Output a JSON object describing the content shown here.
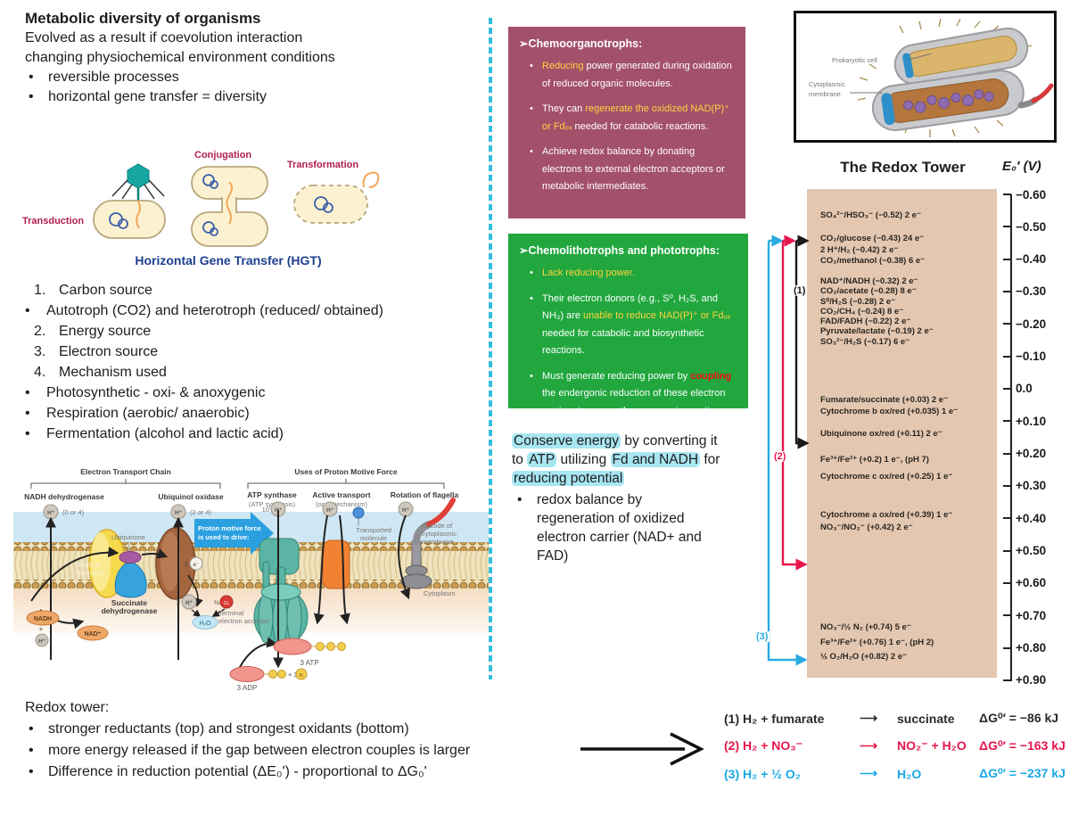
{
  "glyphs": {
    "bullet": "•",
    "long_arrow": "⟶"
  },
  "colors": {
    "divider_cyan": "#33bedf",
    "maroon_box": "#a3506b",
    "green_box": "#21a73e",
    "tower_bg": "#e3c7b1",
    "highlight_cyan": "#a8e6f2",
    "yellow_text": "#ffd23f",
    "red_text": "#f30e0e",
    "eq_red": "#e5174c",
    "eq_cyan": "#1ba9e5",
    "hgt_label": "#b01e4e",
    "hgt_caption": "#1e3f8f"
  },
  "notes_top": {
    "title": "Metabolic diversity of organisms",
    "lines": [
      "Evolved as a result if coevolution interaction",
      "changing physiochemical environment conditions"
    ],
    "bullets": [
      "reversible processes",
      "horizontal gene transfer = diversity"
    ]
  },
  "hgt": {
    "transduction": "Transduction",
    "conjugation": "Conjugation",
    "transformation": "Transformation",
    "caption": "Horizontal Gene Transfer (HGT)"
  },
  "numbered_list": [
    {
      "m": "1.",
      "t": "Carbon source",
      "type": "num"
    },
    {
      "m": "•",
      "t": "Autotroph (CO2) and heterotroph (reduced/ obtained)",
      "type": "bul"
    },
    {
      "m": "2.",
      "t": "Energy source",
      "type": "num"
    },
    {
      "m": "3.",
      "t": "Electron source",
      "type": "num"
    },
    {
      "m": "4.",
      "t": "Mechanism used",
      "type": "num"
    },
    {
      "m": "•",
      "t": "Photosynthetic - oxi- & anoxygenic",
      "type": "bul"
    },
    {
      "m": "•",
      "t": "Respiration (aerobic/ anaerobic)",
      "type": "bul"
    },
    {
      "m": "•",
      "t": "Fermentation (alcohol and lactic acid)",
      "type": "bul"
    }
  ],
  "etc": {
    "bracket_left": "Electron Transport Chain",
    "bracket_right": "Uses of Proton Motive Force",
    "nadh_dehydrogenase": "NADH dehydrogenase",
    "ubiquinol_oxidase": "Ubiquinol oxidase",
    "atp_synthase": "ATP synthase",
    "atp_synthesis": "(ATP synthesis)",
    "active_transport": "Active transport",
    "one_mechanism": "(one mechanism)",
    "rotation_flagella": "Rotation of flagella",
    "hplus": "H⁺",
    "count1": "(0 or 4)",
    "count2": "(2 or 4)",
    "ten": "10",
    "ubiquinone": "Ubiquinone",
    "path1": "Path of",
    "path2": "electrons",
    "succinate1": "Succinate",
    "succinate2": "dehydrogenase",
    "pmf1": "Proton motive force",
    "pmf2": "is used to drive:",
    "nadh": "NADH",
    "plus": "+",
    "nad": "NAD⁺",
    "two": "2",
    "e_minus": "e⁻",
    "half": "½",
    "o2": "O₂",
    "terminal1": "Terminal",
    "terminal2": "electron acceptor",
    "h2o": "H₂O",
    "transported1": "Transported",
    "transported2": "molecule",
    "outside1": "Outside of",
    "outside2": "cytoplasmic",
    "outside3": "membrane",
    "cytoplasm": "Cytoplasm",
    "atp3": "3 ATP",
    "adp3": "3 ADP",
    "plus3": "+ 3",
    "pi": "Pᵢ"
  },
  "rnotes": {
    "title": "Redox tower:",
    "bullets": [
      "stronger reductants (top) and strongest oxidants (bottom)",
      "more energy released if the gap between electron couples is larger",
      "Difference in reduction potential (ΔE₀') - proportional to ΔG₀'"
    ]
  },
  "maroon_box": {
    "title": "➢Chemoorganotrophs:",
    "bullets": [
      [
        {
          "t": "Reducing",
          "c": "y"
        },
        {
          "t": " power generated during oxidation of reduced organic molecules."
        }
      ],
      [
        {
          "t": "They can "
        },
        {
          "t": "regenerate the oxidized NAD(P)⁺ or Fdₒₓ",
          "c": "y"
        },
        {
          "t": " needed for catabolic reactions."
        }
      ],
      [
        {
          "t": "Achieve redox balance by donating electrons to external electron acceptors or metabolic intermediates."
        }
      ]
    ]
  },
  "green_box": {
    "title": "➢Chemolithotrophs and phototrophs:",
    "bullets": [
      [
        {
          "t": "Lack reducing power.",
          "c": "y"
        }
      ],
      [
        {
          "t": "Their electron donors (e.g., S⁰, H₂S, and NH₃) are "
        },
        {
          "t": "unable to reduce NAD(P)⁺ or Fdₒₓ",
          "c": "y"
        },
        {
          "t": " needed for catabolic and biosynthetic reactions."
        }
      ],
      [
        {
          "t": "Must generate reducing power by "
        },
        {
          "t": "coupling",
          "c": "r"
        },
        {
          "t": " the endergonic reduction of these electron carriers to some other exergonic reaction."
        }
      ]
    ]
  },
  "conserve": {
    "rich": [
      {
        "t": "Conserve energy",
        "c": "hl"
      },
      {
        "t": " by converting it to "
      },
      {
        "t": "ATP",
        "c": "hl"
      },
      {
        "t": " utilizing "
      },
      {
        "t": "Fd and NADH",
        "c": "hl"
      },
      {
        "t": " for "
      },
      {
        "t": "reducing potential",
        "c": "hl"
      }
    ],
    "bullet": "redox balance by regeneration of oxidized electron carrier (NAD+ and FAD)"
  },
  "cellfig": {
    "label1": "Prokaryotic cell",
    "label2a": "Cytoplasmic",
    "label2b": "membrane"
  },
  "tower": {
    "title": "The Redox Tower",
    "axis": "E₀′ (V)",
    "scale": [
      "−0.60",
      "−0.50",
      "−0.40",
      "−0.30",
      "−0.20",
      "−0.10",
      "0.0",
      "+0.10",
      "+0.20",
      "+0.30",
      "+0.40",
      "+0.50",
      "+0.60",
      "+0.70",
      "+0.80",
      "+0.90"
    ],
    "g1": [
      "SO₄²⁻/HSO₃⁻ (−0.52) 2 e⁻"
    ],
    "g2": [
      "CO₂/glucose (−0.43) 24 e⁻",
      "2 H⁺/H₂ (−0.42) 2 e⁻",
      "CO₂/methanol (−0.38) 6 e⁻"
    ],
    "g3": [
      "NAD⁺/NADH (−0.32) 2 e⁻",
      "CO₂/acetate (−0.28) 8 e⁻",
      "S⁰/H₂S (−0.28) 2 e⁻",
      "CO₂/CH₄ (−0.24) 8 e⁻",
      "FAD/FADH (−0.22) 2 e⁻",
      "Pyruvate/lactate (−0.19) 2 e⁻",
      "SO₃²⁻/H₂S (−0.17) 6 e⁻"
    ],
    "g4": [
      "Fumarate/succinate (+0.03) 2 e⁻",
      "Cytochrome b ox/red (+0.035) 1 e⁻"
    ],
    "g5": [
      "Ubiquinone ox/red (+0.11) 2 e⁻"
    ],
    "g6": [
      "Fe³⁺/Fe²⁺ (+0.2) 1 e⁻, (pH 7)"
    ],
    "g7": [
      "Cytochrome c ox/red (+0.25) 1 e⁻"
    ],
    "g8": [
      "Cytochrome a ox/red (+0.39) 1 e⁻",
      "NO₃⁻/NO₂⁻ (+0.42) 2 e⁻"
    ],
    "g9": [
      "NO₃⁻/½ N₂ (+0.74) 5 e⁻",
      "Fe³⁺/Fe²⁺ (+0.76) 1 e⁻, (pH 2)",
      "½ O₂/H₂O (+0.82) 2 e⁻"
    ],
    "arrow1": "(1)",
    "arrow2": "(2)",
    "arrow3": "(3)"
  },
  "equations": [
    {
      "n": "(1)",
      "lhs": "H₂ + fumarate",
      "rhs": "succinate",
      "dg": "ΔG⁰′ =  −86 kJ",
      "cls": "k"
    },
    {
      "n": "(2)",
      "lhs": "H₂ + NO₃⁻",
      "rhs": "NO₂⁻ + H₂O",
      "dg": "ΔG⁰′ =  −163 kJ",
      "cls": "r"
    },
    {
      "n": "(3)",
      "lhs": "H₂ + ½ O₂",
      "rhs": "H₂O",
      "dg": "ΔG⁰′ =  −237 kJ",
      "cls": "c"
    }
  ]
}
